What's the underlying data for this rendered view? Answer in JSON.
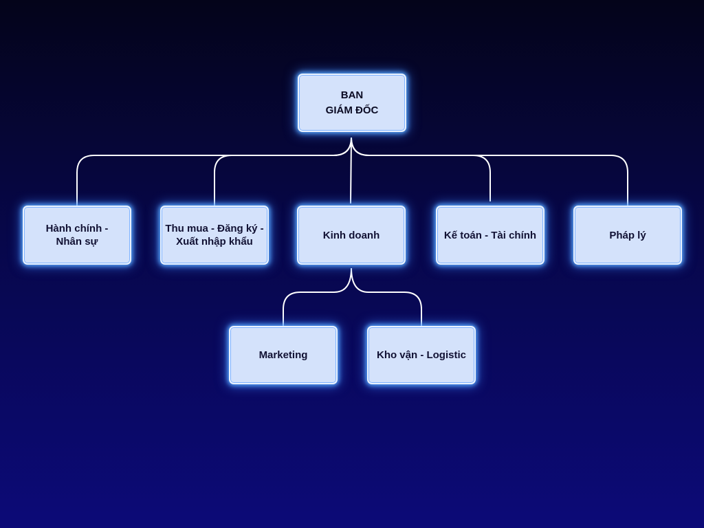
{
  "root": {
    "label": "BAN\nGIÁM ĐỐC"
  },
  "departments": [
    {
      "label": "Hành chính -\nNhân sự"
    },
    {
      "label": "Thu mua - Đăng ký -\nXuất nhập khẩu"
    },
    {
      "label": "Kinh doanh"
    },
    {
      "label": "Kế toán - Tài chính"
    },
    {
      "label": "Pháp lý"
    }
  ],
  "sub_departments": [
    {
      "label": "Marketing"
    },
    {
      "label": "Kho vận - Logistic"
    }
  ],
  "colors": {
    "box_fill": "#d4e2fb",
    "box_glow": "#5aaaff",
    "connector": "#ffffff",
    "background_top": "#04041a",
    "background_bottom": "#0c0a78"
  }
}
